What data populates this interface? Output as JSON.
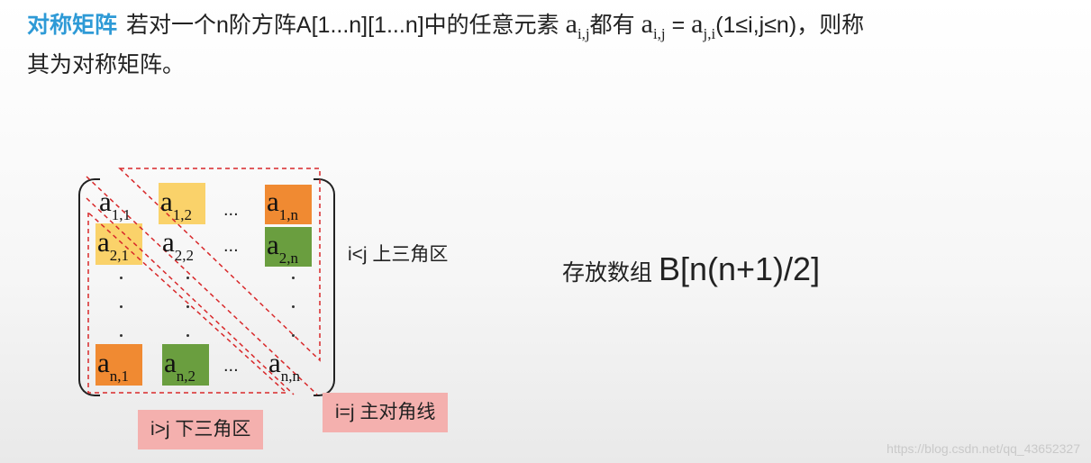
{
  "header": {
    "term": "对称矩阵",
    "text1": "若对一个n阶方阵A[1...n][1...n]中的任意元素",
    "text2": "都有",
    "text3": "=",
    "text4": "(1≤i,j≤n)，则称",
    "text5": "其为对称矩阵。",
    "sym_a": "a",
    "sub_ij": "i,j",
    "sub_ji": "j,i"
  },
  "matrix": {
    "a": "a",
    "ellipsis": "...",
    "sub_11": "1,1",
    "sub_12": "1,2",
    "sub_1n": "1,n",
    "sub_21": "2,1",
    "sub_22": "2,2",
    "sub_2n": "2,n",
    "sub_n1": "n,1",
    "sub_n2": "n,2",
    "sub_nn": "n,n"
  },
  "labels": {
    "upper": "i<j 上三角区",
    "lower": "i>j 下三角区",
    "diagonal": "i=j 主对角线"
  },
  "storage": {
    "prefix": "存放数组",
    "array": "B[n(n+1)/2]"
  },
  "watermark": "https://blog.csdn.net/qq_43652327",
  "colors": {
    "term": "#2e9ad6",
    "yellow": "#fad26a",
    "orange": "#f08a32",
    "green": "#6a9e3f",
    "pink": "#f4b0ae",
    "dashed": "#d8282a"
  }
}
